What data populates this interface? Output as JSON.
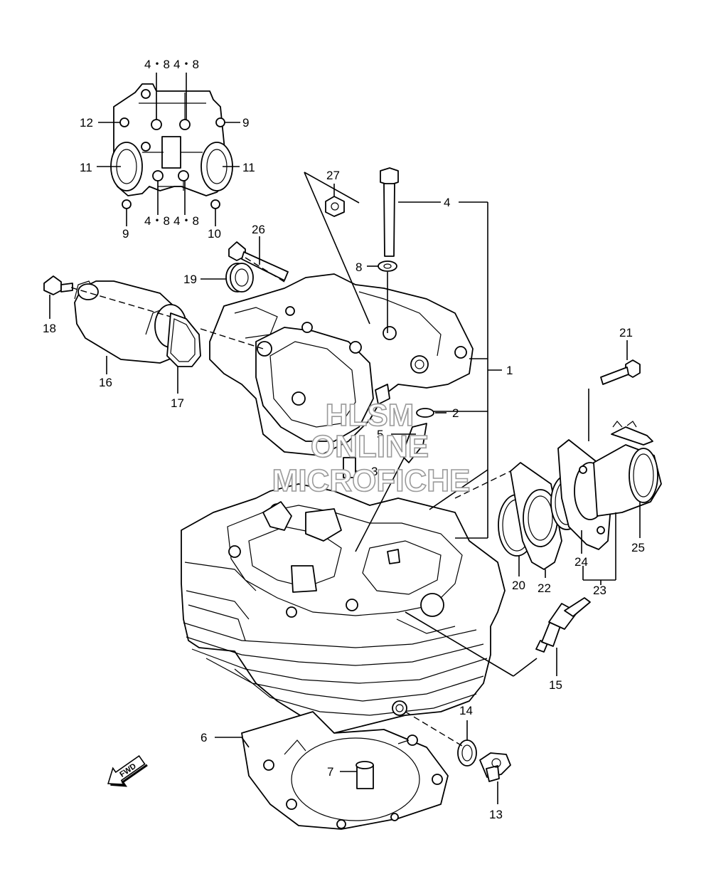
{
  "callouts": {
    "c1": "1",
    "c2": "2",
    "c3": "3",
    "c4": "4",
    "c5": "5",
    "c6": "6",
    "c7": "7",
    "c8": "8",
    "c9a": "9",
    "c9b": "9",
    "c10": "10",
    "c11a": "11",
    "c11b": "11",
    "c12": "12",
    "c13": "13",
    "c14": "14",
    "c15": "15",
    "c16": "16",
    "c17": "17",
    "c18": "18",
    "c19": "19",
    "c20": "20",
    "c21": "21",
    "c22": "22",
    "c23": "23",
    "c24": "24",
    "c25": "25",
    "c26": "26",
    "c27": "27",
    "c48a": "4・8",
    "c48b": "4・8",
    "c48c": "4・8",
    "c48d": "4・8"
  },
  "watermark": {
    "line1": "HLSM",
    "line2": "ONLINE",
    "line3": "MICROFICHE"
  },
  "direction_badge": "FWD",
  "colors": {
    "ink": "#000000",
    "paper": "#ffffff",
    "watermark": "#9a9a9a"
  }
}
